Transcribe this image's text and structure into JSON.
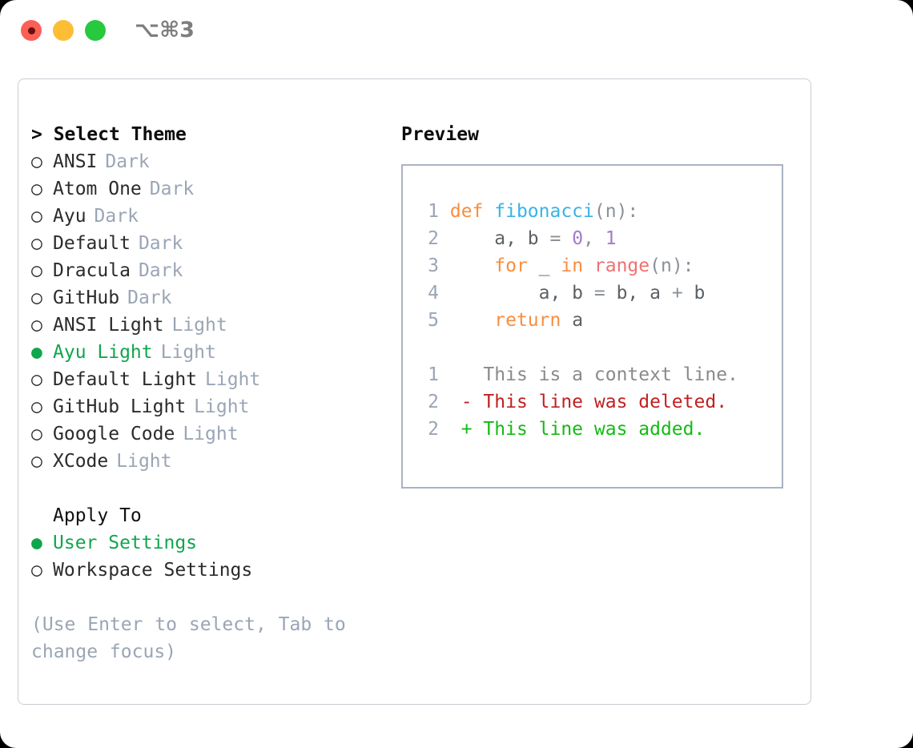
{
  "window": {
    "shortcut": "⌥⌘3",
    "traffic_lights": [
      "close-red",
      "minimize-yellow",
      "maximize-green"
    ]
  },
  "theme_selector": {
    "header": "Select Theme",
    "caret": "> ",
    "bullet_unselected": "○ ",
    "bullet_selected": "● ",
    "items": [
      {
        "label": "ANSI",
        "tag": "Dark",
        "selected": false
      },
      {
        "label": "Atom One",
        "tag": "Dark",
        "selected": false
      },
      {
        "label": "Ayu",
        "tag": "Dark",
        "selected": false
      },
      {
        "label": "Default",
        "tag": "Dark",
        "selected": false
      },
      {
        "label": "Dracula",
        "tag": "Dark",
        "selected": false
      },
      {
        "label": "GitHub",
        "tag": "Dark",
        "selected": false
      },
      {
        "label": "ANSI Light",
        "tag": "Light",
        "selected": false
      },
      {
        "label": "Ayu Light",
        "tag": "Light",
        "selected": true
      },
      {
        "label": "Default Light",
        "tag": "Light",
        "selected": false
      },
      {
        "label": "GitHub Light",
        "tag": "Light",
        "selected": false
      },
      {
        "label": "Google Code",
        "tag": "Light",
        "selected": false
      },
      {
        "label": "XCode",
        "tag": "Light",
        "selected": false
      }
    ]
  },
  "apply_to": {
    "header": "Apply To",
    "items": [
      {
        "label": "User Settings",
        "selected": true
      },
      {
        "label": "Workspace Settings",
        "selected": false
      }
    ]
  },
  "hint": "(Use Enter to select, Tab to change focus)",
  "preview": {
    "title": "Preview",
    "code_lines": [
      {
        "num": "1",
        "tokens": [
          {
            "t": "def ",
            "c": "kw"
          },
          {
            "t": "fibonacci",
            "c": "fn"
          },
          {
            "t": "(n):",
            "c": "pun"
          }
        ]
      },
      {
        "num": "2",
        "tokens": [
          {
            "t": "    a, b ",
            "c": "var"
          },
          {
            "t": "= ",
            "c": "pun"
          },
          {
            "t": "0",
            "c": "num"
          },
          {
            "t": ", ",
            "c": "pun"
          },
          {
            "t": "1",
            "c": "num"
          }
        ]
      },
      {
        "num": "3",
        "tokens": [
          {
            "t": "    ",
            "c": "var"
          },
          {
            "t": "for ",
            "c": "kw"
          },
          {
            "t": "_ ",
            "c": "var"
          },
          {
            "t": "in ",
            "c": "kw"
          },
          {
            "t": "range",
            "c": "bi"
          },
          {
            "t": "(n):",
            "c": "pun"
          }
        ]
      },
      {
        "num": "4",
        "tokens": [
          {
            "t": "        a, b ",
            "c": "var"
          },
          {
            "t": "= ",
            "c": "pun"
          },
          {
            "t": "b, a ",
            "c": "var"
          },
          {
            "t": "+ ",
            "c": "pun"
          },
          {
            "t": "b",
            "c": "var"
          }
        ]
      },
      {
        "num": "5",
        "tokens": [
          {
            "t": "    ",
            "c": "var"
          },
          {
            "t": "return ",
            "c": "kw"
          },
          {
            "t": "a",
            "c": "var"
          }
        ]
      }
    ],
    "diff_lines": [
      {
        "num": "1",
        "marker": "  ",
        "text": "This is a context line.",
        "kind": "ctx"
      },
      {
        "num": "2",
        "marker": "- ",
        "text": "This line was deleted.",
        "kind": "del"
      },
      {
        "num": "2",
        "marker": "+ ",
        "text": "This line was added.",
        "kind": "add"
      }
    ]
  },
  "colors": {
    "accent_green": "#10a64c",
    "tag_gray": "#9aa5b5",
    "keyword_orange": "#fa8d3e",
    "function_blue": "#39b3e6",
    "number_purple": "#a37acc",
    "builtin_red": "#f07171",
    "diff_deleted": "#c22020",
    "diff_added": "#13bb13",
    "panel_border": "#c8cdd4",
    "preview_border": "#a9b3c1"
  }
}
